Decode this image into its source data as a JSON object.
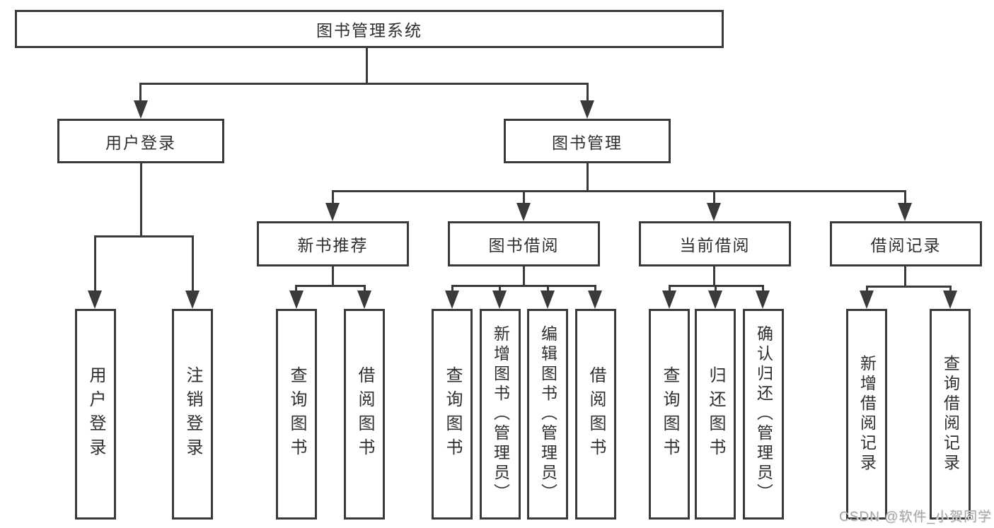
{
  "diagram": {
    "title_node": {
      "label": "图书管理系统"
    },
    "user_branch": {
      "label": "用户登录",
      "children": [
        {
          "label": "用户登录"
        },
        {
          "label": "注销登录"
        }
      ]
    },
    "book_branch": {
      "label": "图书管理",
      "sections": [
        {
          "label": "新书推荐",
          "children": [
            {
              "label": "查询图书"
            },
            {
              "label": "借阅图书"
            }
          ]
        },
        {
          "label": "图书借阅",
          "children": [
            {
              "label": "查询图书"
            },
            {
              "label": "新增图书（管理员）"
            },
            {
              "label": "编辑图书（管理员）"
            },
            {
              "label": "借阅图书"
            }
          ]
        },
        {
          "label": "当前借阅",
          "children": [
            {
              "label": "查询图书"
            },
            {
              "label": "归还图书"
            },
            {
              "label": "确认归还（管理员）"
            }
          ]
        },
        {
          "label": "借阅记录",
          "children": [
            {
              "label": "新增借阅记录"
            },
            {
              "label": "查询借阅记录"
            }
          ]
        }
      ]
    },
    "colors": {
      "line": "#3a3a3a",
      "text": "#2f2f2f",
      "background": "#ffffff",
      "watermark": "#a6a6a6"
    }
  },
  "watermark": {
    "text": "CSDN @软件_小贺同学"
  }
}
